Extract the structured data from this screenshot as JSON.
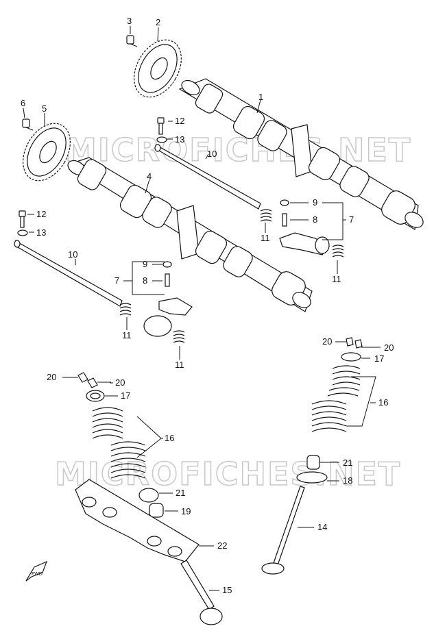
{
  "watermark": {
    "text": "MICROFICHES.NET"
  },
  "fwd_label": "FWD",
  "labels": {
    "l1": "1",
    "l2": "2",
    "l3": "3",
    "l4": "4",
    "l5": "5",
    "l6": "6",
    "l7a": "7",
    "l7b": "7",
    "l8a": "8",
    "l8b": "8",
    "l9a": "9",
    "l9b": "9",
    "l10a": "10",
    "l10b": "10",
    "l11a": "11",
    "l11b": "11",
    "l11c": "11",
    "l11d": "11",
    "l12a": "12",
    "l12b": "12",
    "l13a": "13",
    "l13b": "13",
    "l14": "14",
    "l15": "15",
    "l16a": "16",
    "l16b": "16",
    "l17a": "17",
    "l17b": "17",
    "l18": "18",
    "l19": "19",
    "l20a": "20",
    "l20b": "20",
    "l20c": "20",
    "l20d": "20",
    "l21a": "21",
    "l21b": "21",
    "l22": "22"
  },
  "colors": {
    "line": "#111111",
    "fill": "#ffffff",
    "shade": "#d9d9d9",
    "watermark": "#c8c8c8"
  }
}
